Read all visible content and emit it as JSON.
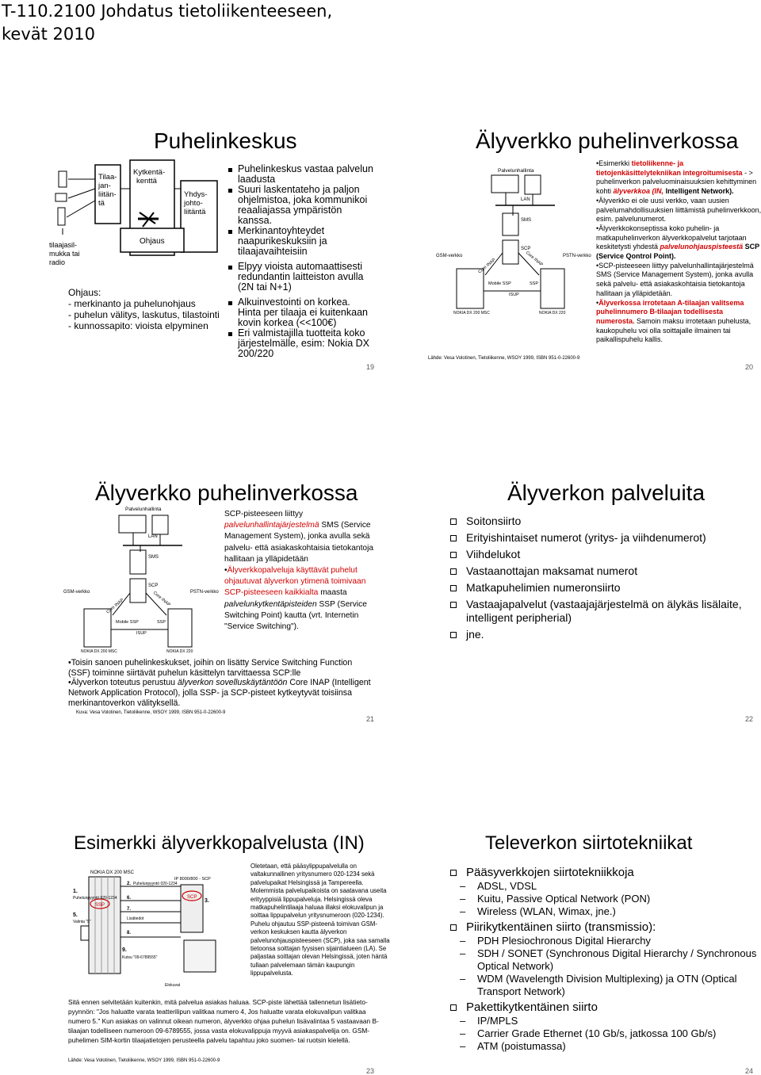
{
  "header": {
    "line1": "T-110.2100 Johdatus tietoliikenteeseen,",
    "line2": "kevät 2010"
  },
  "s19": {
    "title": "Puhelinkeskus",
    "page": "19",
    "diagram": {
      "box1": [
        "Tilaa-",
        "jan-",
        "liitän-",
        "tä"
      ],
      "box2": [
        "Kytkentä-",
        "kenttä"
      ],
      "box3": [
        "Yhdys-",
        "johto-",
        "liitäntä"
      ],
      "ohjaus": "Ohjaus",
      "sidelabel": [
        "tilaajasil-",
        "mukka tai",
        "radio"
      ]
    },
    "ohjaus_lines": [
      "Ohjaus:",
      "- merkinanto ja puhelunohjaus",
      "- puhelun välitys, laskutus, tilastointi",
      "- kunnossapito: vioista elpyminen"
    ],
    "bullets": [
      "Puhelinkeskus vastaa palvelun laadusta",
      "Suuri laskentateho ja paljon ohjelmistoa, joka kommunikoi reaaliajassa ympäristön kanssa.",
      "Merkinantoyhteydet naapurikeskuksiin ja tilaajavaihteisiin",
      "Elpyy vioista automaattisesti redundantin laitteiston avulla (2N tai N+1)",
      "Alkuinvestointi on korkea. Hinta per tilaaja ei kuitenkaan kovin korkea (<<100€)",
      "Eri valmistajilla tuotteita koko järjestelmälle, esim: Nokia DX 200/220"
    ]
  },
  "s20": {
    "title": "Älyverkko puhelinverkossa",
    "page": "20",
    "source": "Lähde: Vesa Volotinen, Tietoliikenne, WSOY 1999, ISBN 951-0-22600-9",
    "t1": "Esimerkki ",
    "t1r": "tietoliikenne- ja tietojenkäsittelytekniikan integroitumisesta",
    "t1b": " - > puhelinverkon palveluominaisuuksien kehittyminen kohti ",
    "t1r2": "älyverkkoa (IN, ",
    "t1b2": "Intelligent Network).",
    "t2": "Älyverkko ei ole uusi verkko, vaan uusien palvelumahdollisuuksien liittämistä puhelinverkkoon, esim. palvelunumerot.",
    "t3": "Älyverkkokonseptissa koko puhelin- ja matkapuhelinverkon älyverkkopalvelut tarjotaan keskitetysti yhdestä ",
    "t3r": "palvelunohjauspisteestä",
    "t3b": " SCP (Service Qontrol Point).",
    "t4": "SCP-pisteeseen liittyy palvelunhallintajärjestelmä SMS (Service Management System), jonka avulla sekä palvelu- että asiakaskohtaisia tietokantoja hallitaan ja ylläpidetään.",
    "t5r": "Älyverkossa irrotetaan A-tilaajan valitsema puhelinnumero B-tilaajan todellisesta numerosta.",
    "t5": " Samoin maksu irrotetaan puhelusta, kaukopuhelu voi olla soittajalle ilmainen tai paikallispuhelu kallis."
  },
  "in_diagram": {
    "palvelunhallinta": "Palvelunhallinta",
    "lan": "LAN",
    "sms": "SMS",
    "scp": "SCP",
    "core1": "Core INAP",
    "core2": "Core INAP",
    "gsm": "GSM-verkko",
    "pstn": "PSTN-verkko",
    "mobile": "Mobile SSP",
    "ssp": "SSP",
    "isup": "ISUP",
    "nokia1": "NOKIA DX 200 MSC",
    "nokia2": "NOKIA DX 220"
  },
  "s21": {
    "title": "Älyverkko puhelinverkossa",
    "page": "21",
    "r1": "SCP-pisteeseen liittyy ",
    "r1r": "palvelunhallintajärjestelmä",
    "r1b": " SMS (Service Management System), jonka avulla sekä palvelu- että asiakaskohtaisia tietokantoja hallitaan ja ylläpidetään",
    "r2r": "Älyverkkopalveluja käyttävät puhelut ohjautuvat älyverkon ytimenä toimivaan SCP-pisteeseen kaikkialta",
    "r2b": " maasta ",
    "r2i": "palvelunkytkentäpisteiden",
    "r2c": " SSP (Service Switching Point) kautta (vrt. Internetin \"Service Switching\").",
    "b1": "Toisin sanoen puhelinkeskukset, joihin on lisätty Service Switching Function (SSF) toiminne siirtävät puhelun käsittelyn tarvittaessa SCP:lle",
    "b2a": "Älyverkon toteutus  perustuu ",
    "b2i": "älyverkon sovelluskäytäntöön",
    "b2b": " Core INAP (Intelligent Network Application Protocol), jolla SSP- ja SCP-pisteet kytkeytyvät toisiinsa merkinantoverkon välityksellä.",
    "source": "Kuva: Vesa Volotinen, Tietoliikenne, WSOY 1999, ISBN 951-0-22600-9"
  },
  "s22": {
    "title": "Älyverkon palveluita",
    "page": "22",
    "items": [
      "Soitonsiirto",
      "Erityishintaiset numerot (yritys- ja viihdenumerot)",
      "Viihdelukot",
      "Vastaanottajan maksamat numerot",
      "Matkapuhelimien numeronsiirto",
      "Vastaajapalvelut (vastaajajärjestelmä on älykäs lisälaite, intelligent peripherial)",
      "jne."
    ]
  },
  "s23": {
    "title": "Esimerkki älyverkkopalvelusta (IN)",
    "page": "23",
    "right": "Oletetaan, että pääsylippupalvelulla on valtakunnallinen yritysnumero 020-1234 sekä palvelupaikat Helsingissä ja Tampereella. Molemmista palvelupaikoista on saatavana useita erityyppisiä lippupalveluja. Helsingissä oleva matkapuhelintilaaja haluaa illaksi elokuvalipun ja soittaa lippupalvelun yritysnumeroon (020-1234). Puhelu ohjautuu SSP-pisteenä toimivan GSM-verkon keskuksen kautta älyverkon palvelunohjauspisteeseen (SCP), joka saa samalla tietoonsa soittajan fyysisen sijaintialueen (LA). Se paljastaa soittajan olevan Helsingissä, joten häntä tullaan palvelemaan tämän kaupungin lippupalvelusta.",
    "bottom": "Sitä ennen selvitetään kuitenkin, mitä palvelua asiakas haluaa. SCP-piste lähettää tallennetun lisätieto-pyynnön: \"Jos haluatte varata teatterilipun valitkaa numero 4, Jos haluatte varata elokuvalipun valitkaa numero 5.\" Kun asiakas on valinnut oikean numeron, älyverkko ohjaa puhelun lisävalintaa 5 vastaavaan B-tilaajan todelliseen numeroon 09-6789555, jossa vasta elokuvalippuja myyvä asiakaspalvelija on. GSM-puhelimen SIM-kortin tilaajatietojen perusteella palvelu tapahtuu joko suomen- tai ruotsin kielellä.",
    "source": "Lähde: Vesa Volotinen, Tietoliikenne, WSOY 1999, ISBN 951-0-22600-9",
    "diag": {
      "nokia": "NOKIA DX 200 MSC",
      "ip": "IP 8000/800 - SCP",
      "n1": "1.",
      "n2": "2.",
      "n3": "3.",
      "n5": "5.",
      "n6": "6.",
      "n7": "7.",
      "n8": "8.",
      "n9": "9.",
      "l1": "Puhelunpyyntö 020-1234",
      "l2": "Puhelunpyyntö 020-1234",
      "l3": "Lisätiedot",
      "l5": "Valinta \"5\"",
      "l9": "Kutsu \"09-6789555\"",
      "ssp": "SSP",
      "scp": "SCP",
      "elok": "Elokuvat"
    }
  },
  "s24": {
    "title": "Televerkon siirtotekniikat",
    "page": "24",
    "groups": [
      {
        "label": "Pääsyverkkojen siirtotekniikkoja",
        "items": [
          "ADSL, VDSL",
          "Kuitu, Passive Optical Network (PON)",
          "Wireless (WLAN, Wimax, jne.)"
        ]
      },
      {
        "label": "Piirikytkentäinen siirto (transmissio):",
        "items": [
          "PDH Plesiochronous Digital Hierarchy",
          "SDH / SONET (Synchronous Digital Hierarchy / Synchronous Optical Network)",
          "WDM (Wavelength Division Multiplexing) ja OTN (Optical Transport Network)"
        ]
      },
      {
        "label": "Pakettikytkentäinen siirto",
        "items": [
          "IP/MPLS",
          "Carrier Grade Ethernet (10 Gb/s, jatkossa 100 Gb/s)",
          "ATM (poistumassa)"
        ]
      }
    ]
  }
}
